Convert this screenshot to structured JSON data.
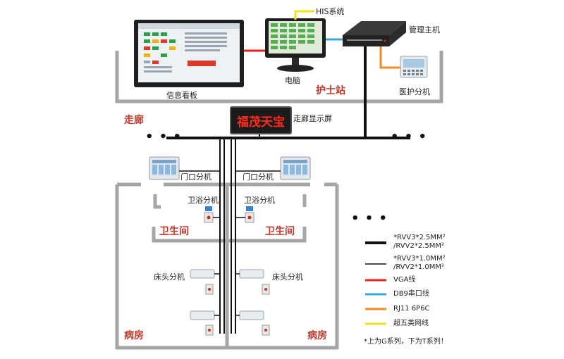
{
  "labels": {
    "his": "HIS系统",
    "host": "管理主机",
    "board": "信息看板",
    "pc": "电脑",
    "nurse_station": "护士站",
    "doctor_unit": "医护分机",
    "corridor": "走廊",
    "corridor_display": "走廊显示屏",
    "led_text": "福茂天宝",
    "door_unit_1": "门口分机",
    "door_unit_2": "门口分机",
    "bath_unit_1": "卫浴分机",
    "bath_unit_2": "卫浴分机",
    "restroom_1": "卫生间",
    "restroom_2": "卫生间",
    "bed_unit_1": "床头分机",
    "bed_unit_2": "床头分机",
    "ward_1": "病房",
    "ward_2": "病房",
    "dots_corridor_left": "• • •",
    "dots_corridor_right": "• • •",
    "dots_ward": "• • •"
  },
  "legend": [
    {
      "line1": "*RVV3*2.5MM²",
      "line2": "/RVV2*2.5MM²",
      "color": "#111111",
      "weight": 4
    },
    {
      "line1": "*RVV3*1.0MM²",
      "line2": "/RVV2*1.0MM²",
      "color": "#111111",
      "weight": 1.5
    },
    {
      "line1": "VGA线",
      "color": "#e8231f",
      "weight": 3
    },
    {
      "line1": "DB9串口线",
      "color": "#37a6e0",
      "weight": 3
    },
    {
      "line1": "RJ11 6P6C",
      "color": "#f08a24",
      "weight": 3
    },
    {
      "line1": "超五类网线",
      "color": "#f5e11a",
      "weight": 3
    }
  ],
  "note": "*上为G系列，下为T系列！",
  "colors": {
    "wall": "#a6a6a6",
    "trunk": "#111111",
    "vga": "#e8231f",
    "db9": "#37a6e0",
    "rj11": "#f08a24",
    "cat5": "#f5e11a"
  }
}
